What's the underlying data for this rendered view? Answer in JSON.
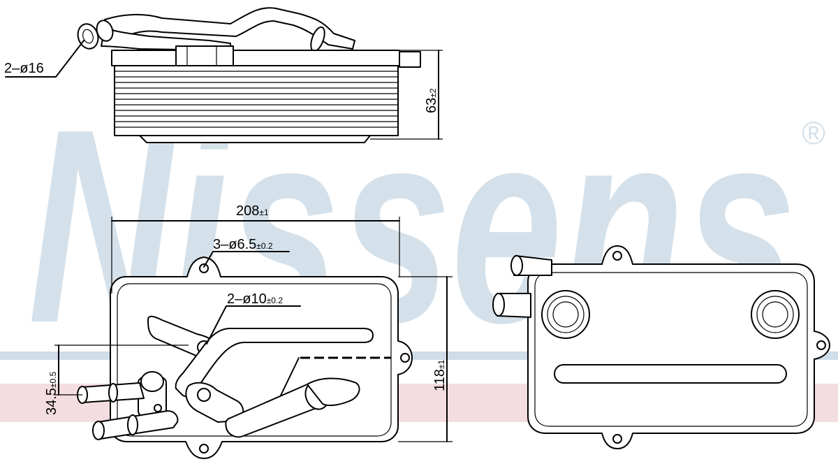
{
  "watermark": {
    "brand": "Nissens",
    "registered_mark": "®",
    "colors": {
      "brand_blue": "#d5e1ea",
      "band_blue": "#cfdde8",
      "band_pink": "#f4dde0"
    }
  },
  "dimensions": {
    "hose_diameter": "2–ø16",
    "height_total": "63",
    "height_total_tol": "±2",
    "width": "208",
    "width_tol": "±1",
    "holes_small": "3–ø6.5",
    "holes_small_tol": "±0.2",
    "holes_large": "2–ø10",
    "holes_large_tol": "±0.2",
    "height_body": "118",
    "height_body_tol": "±1",
    "port_offset": "34.5",
    "port_offset_tol": "±0.5"
  }
}
